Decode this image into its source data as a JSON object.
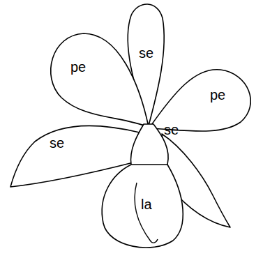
{
  "diagram": {
    "labels": [
      "se",
      "pe",
      "pe",
      "se",
      "se",
      "la"
    ]
  }
}
